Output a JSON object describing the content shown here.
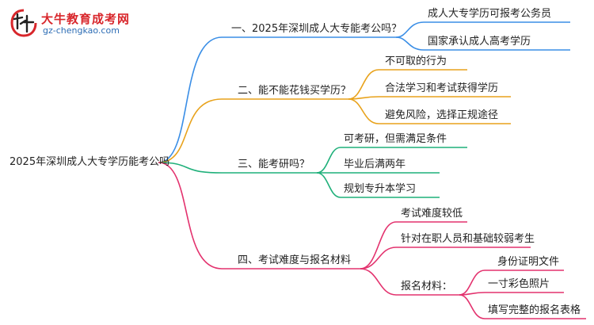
{
  "logo": {
    "name": "大牛教育成考网",
    "url": "gz-chengkao.com"
  },
  "colors": {
    "branch1": "#3a8ee6",
    "branch2": "#e8a21b",
    "branch3": "#1fb07a",
    "branch4": "#e3326e"
  },
  "root": "2025年深圳成人大专学历能考公吗",
  "branches": [
    {
      "label": "一、2025年深圳成人大专能考公吗？",
      "children": [
        "成人大专学历可报考公务员",
        "国家承认成人高考学历"
      ]
    },
    {
      "label": "二、能不能花钱买学历？",
      "children": [
        "不可取的行为",
        "合法学习和考试获得学历",
        "避免风险，选择正规途径"
      ]
    },
    {
      "label": "三、能考研吗？",
      "children": [
        "可考研，但需满足条件",
        "毕业后满两年",
        "规划专升本学习"
      ]
    },
    {
      "label": "四、考试难度与报名材料",
      "children": [
        "考试难度较低",
        "针对在职人员和基础较弱考生",
        "报名材料："
      ],
      "materials": [
        "身份证明文件",
        "一寸彩色照片",
        "填写完整的报名表格"
      ]
    }
  ]
}
